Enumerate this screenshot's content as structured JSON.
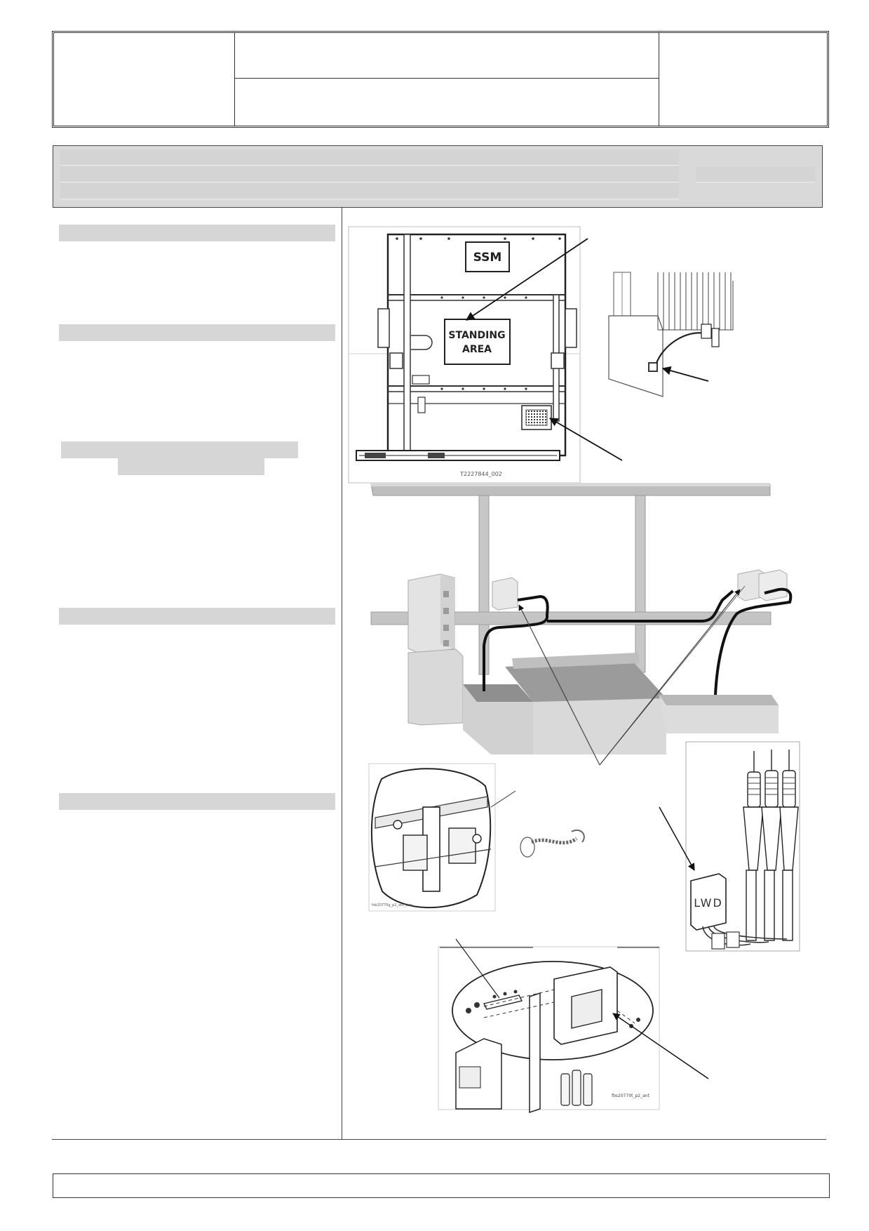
{
  "top_view": {
    "cabinet_logo": "SSM",
    "standing_area_line1": "STANDING",
    "standing_area_line2": "AREA",
    "drawing_ref": "T2227844_002"
  },
  "detail_images": {
    "actuator_ref": "fds20770g_p2_ant_doo",
    "lwd_box_label": "LWD",
    "bracket_ref": "fbs20770t_p2_ant"
  },
  "icons": {
    "callout_arrow": "arrow-icon",
    "fan_grille": "fan-grille-icon"
  }
}
